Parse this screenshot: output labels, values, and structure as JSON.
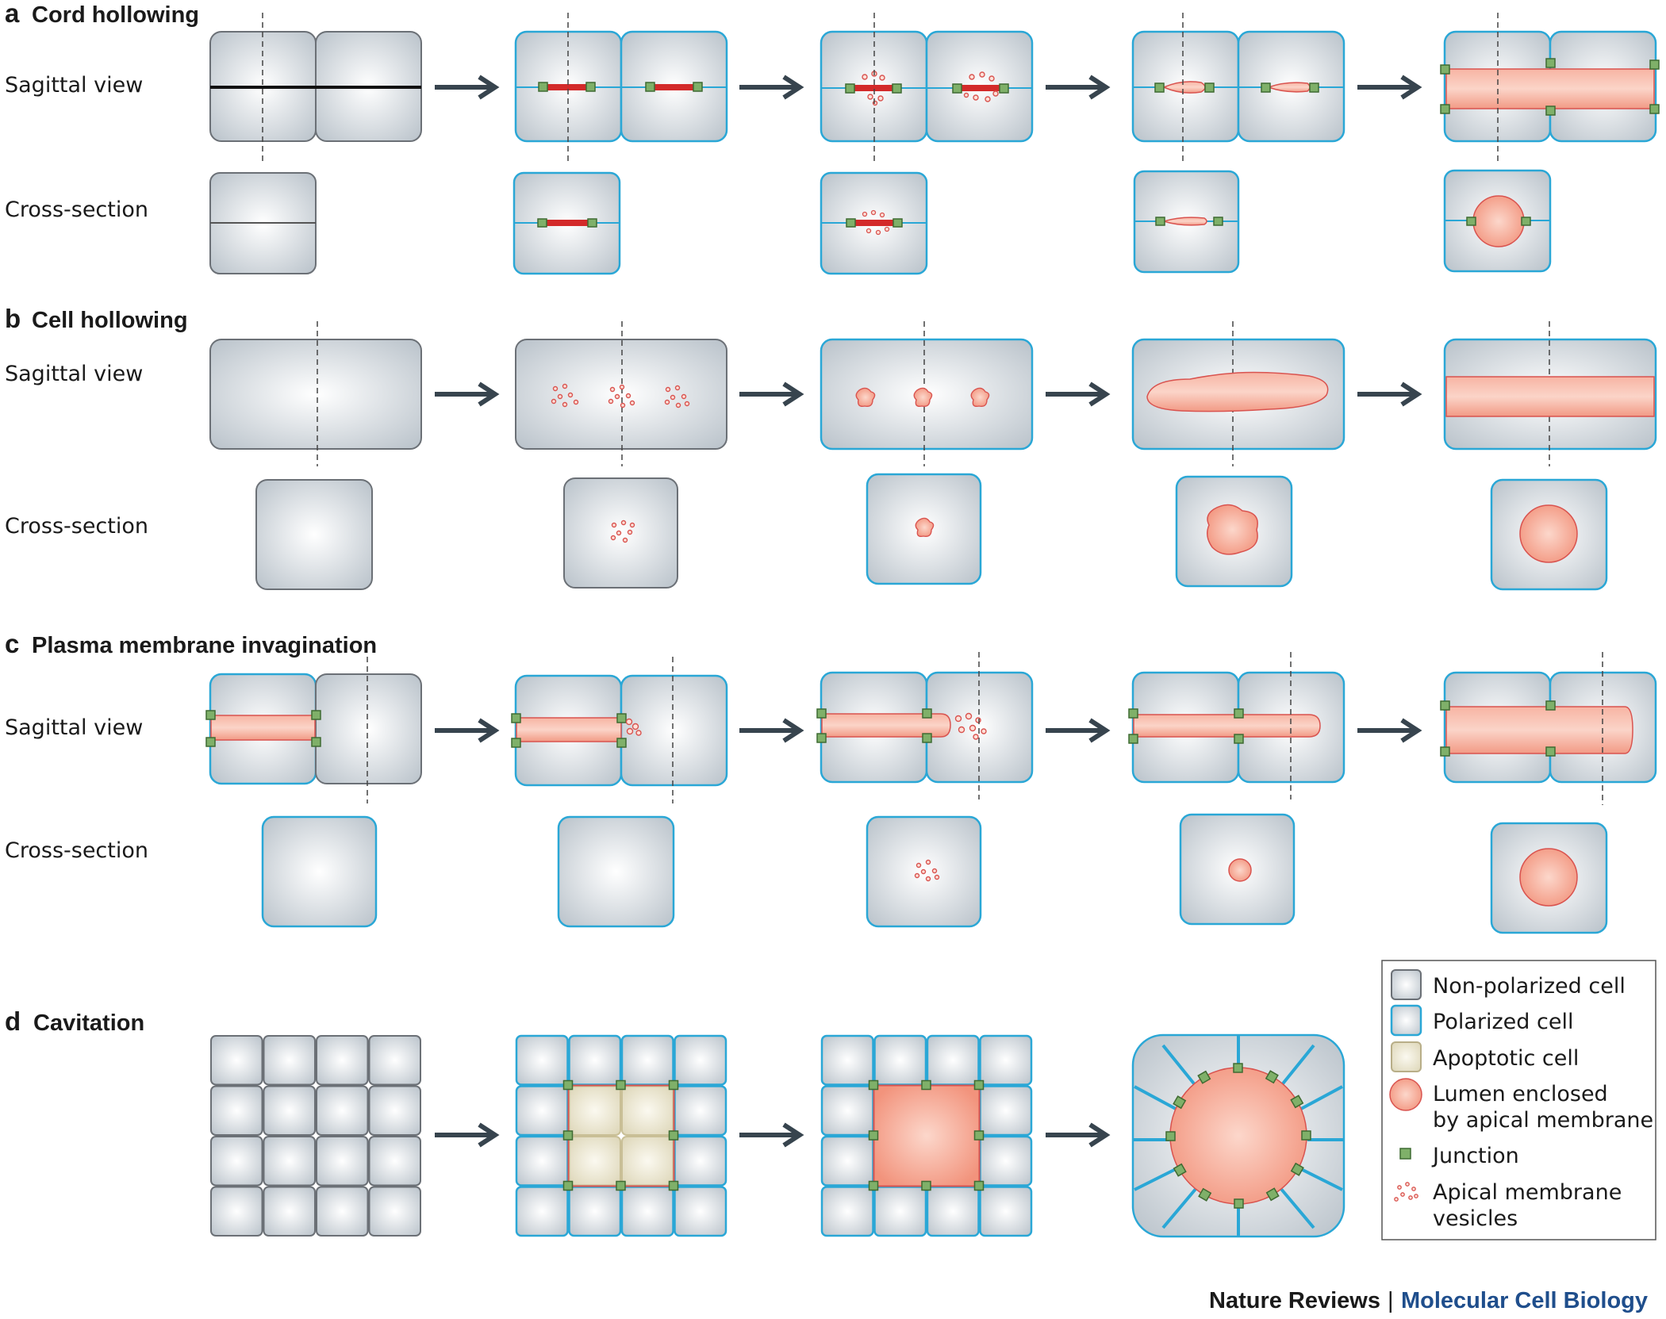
{
  "colors": {
    "cell_outline_nonpolar": "#6b7076",
    "cell_outline_polar": "#2aa7d6",
    "cell_fill_center": "#ffffff",
    "cell_fill_edge": "#b9c2ca",
    "apoptotic_fill": "#ece6cf",
    "lumen_fill": "#f4a28e",
    "lumen_stroke": "#d9534f",
    "apical_red": "#d32a2a",
    "junction_fill": "#7fb069",
    "junction_stroke": "#3f6b32",
    "arrow": "#37444e",
    "subject_blue": "#1f4e8c"
  },
  "sections": [
    {
      "letter": "a",
      "title": "Cord hollowing"
    },
    {
      "letter": "b",
      "title": "Cell hollowing"
    },
    {
      "letter": "c",
      "title": "Plasma membrane invagination"
    },
    {
      "letter": "d",
      "title": "Cavitation"
    }
  ],
  "row_labels": {
    "sagittal": "Sagittal view",
    "cross": "Cross-section"
  },
  "legend": [
    {
      "icon": "non-polarized-cell-icon",
      "text": "Non-polarized cell"
    },
    {
      "icon": "polarized-cell-icon",
      "text": "Polarized cell"
    },
    {
      "icon": "apoptotic-cell-icon",
      "text": "Apoptotic cell"
    },
    {
      "icon": "lumen-icon",
      "text": "Lumen enclosed",
      "text2": "by apical membrane"
    },
    {
      "icon": "junction-icon",
      "text": "Junction"
    },
    {
      "icon": "vesicles-icon",
      "text": "Apical membrane",
      "text2": "vesicles"
    }
  ],
  "credit": {
    "journal": "Nature Reviews",
    "separator": "|",
    "subject": "Molecular Cell Biology"
  }
}
